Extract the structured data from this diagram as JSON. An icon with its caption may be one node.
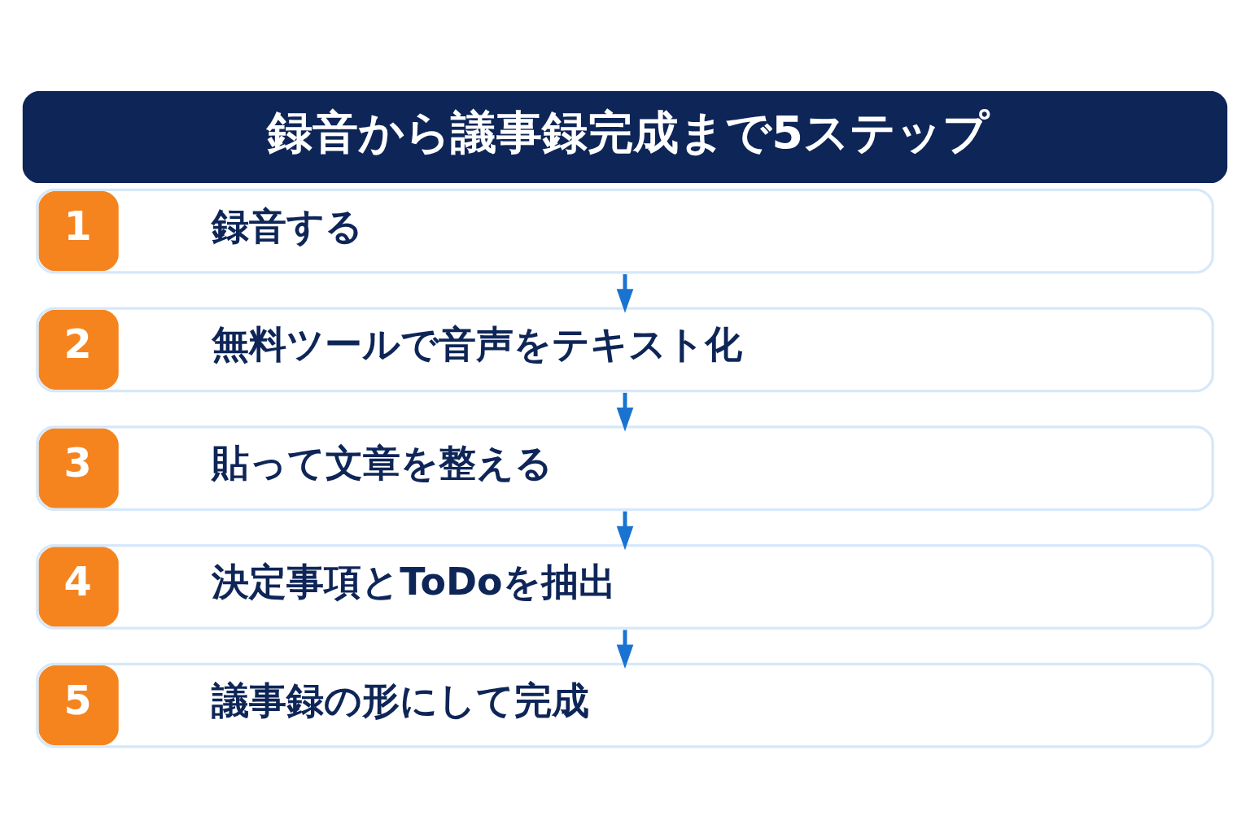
{
  "diagram": {
    "title": "録音から議事録完成まで5ステップ",
    "nodes": [
      {
        "text": [
          "1",
          "録音する"
        ]
      },
      {
        "text": [
          "2",
          "無料ツールで音声をテキスト化"
        ]
      },
      {
        "text": [
          "3",
          "貼って文章を整える"
        ]
      },
      {
        "text": [
          "4",
          "決定事項とToDoを抽出"
        ]
      },
      {
        "text": [
          "5",
          "議事録の形にして完成"
        ]
      }
    ],
    "edges": [
      {
        "from": 0,
        "to": 1,
        "arrow": "to"
      },
      {
        "from": 1,
        "to": 2,
        "arrow": "to"
      },
      {
        "from": 2,
        "to": 3,
        "arrow": "to"
      },
      {
        "from": 3,
        "to": 4,
        "arrow": "to"
      }
    ]
  }
}
